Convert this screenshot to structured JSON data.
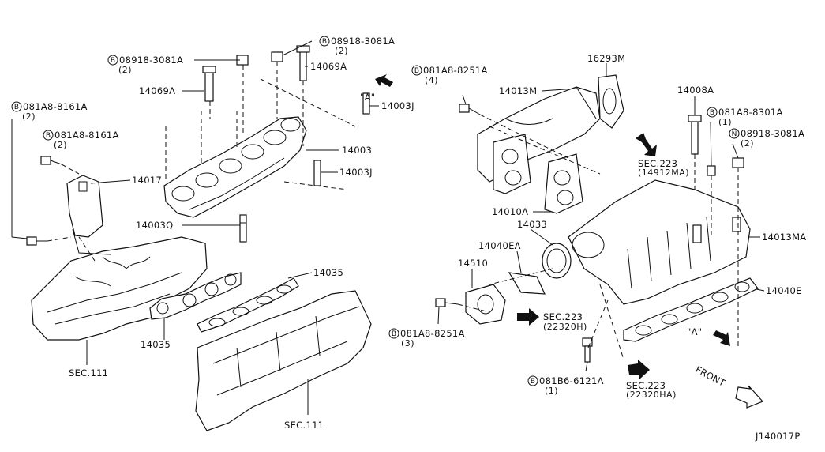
{
  "diagram": {
    "ref_code": "J140017P",
    "labels": {
      "b_08918_3081a_left": "08918-3081A",
      "b_08918_3081a_left_qty": "(2)",
      "b_08918_3081a_top": "08918-3081A",
      "b_08918_3081a_top_qty": "(2)",
      "p_14069a_left": "14069A",
      "p_14069a_right": "14069A",
      "b_081a8_8161a_top": "081A8-8161A",
      "b_081a8_8161a_top_qty": "(2)",
      "b_081a8_8161a_mid": "081A8-8161A",
      "b_081a8_8161a_mid_qty": "(2)",
      "p_14003j_top": "14003J",
      "p_14003j_mid": "14003J",
      "p_14003": "14003",
      "p_14017": "14017",
      "p_14003q": "14003Q",
      "p_14035_top": "14035",
      "p_14035_bottom": "14035",
      "sec_111_left": "SEC.111",
      "sec_111_right": "SEC.111",
      "view_a_top": "\"A\"",
      "b_081a8_8251a_top": "081A8-8251A",
      "b_081a8_8251a_top_qty": "(4)",
      "p_14013m": "14013M",
      "p_16293m": "16293M",
      "p_14008a": "14008A",
      "b_081a8_8301a": "081A8-8301A",
      "b_081a8_8301a_qty": "(1)",
      "n_08918_3081a": "08918-3081A",
      "n_08918_3081a_qty": "(2)",
      "sec_223_14912ma": "SEC.223",
      "sec_223_14912ma_sub": "(14912MA)",
      "p_14010a": "14010A",
      "p_14033": "14033",
      "p_14040ea": "14040EA",
      "p_14013ma": "14013MA",
      "p_14510": "14510",
      "sec_223_22320h": "SEC.223",
      "sec_223_22320h_sub": "(22320H)",
      "p_14040e": "14040E",
      "b_081a8_8251a_bot": "081A8-8251A",
      "b_081a8_8251a_bot_qty": "(3)",
      "view_a_bottom": "\"A\"",
      "b_081b6_6121a": "081B6-6121A",
      "b_081b6_6121a_qty": "(1)",
      "sec_223_22320ha": "SEC.223",
      "sec_223_22320ha_sub": "(22320HA)",
      "front": "FRONT"
    },
    "badges": {
      "bolt": "B",
      "nut": "N"
    },
    "colors": {
      "line": "#111111",
      "background": "#ffffff"
    }
  }
}
